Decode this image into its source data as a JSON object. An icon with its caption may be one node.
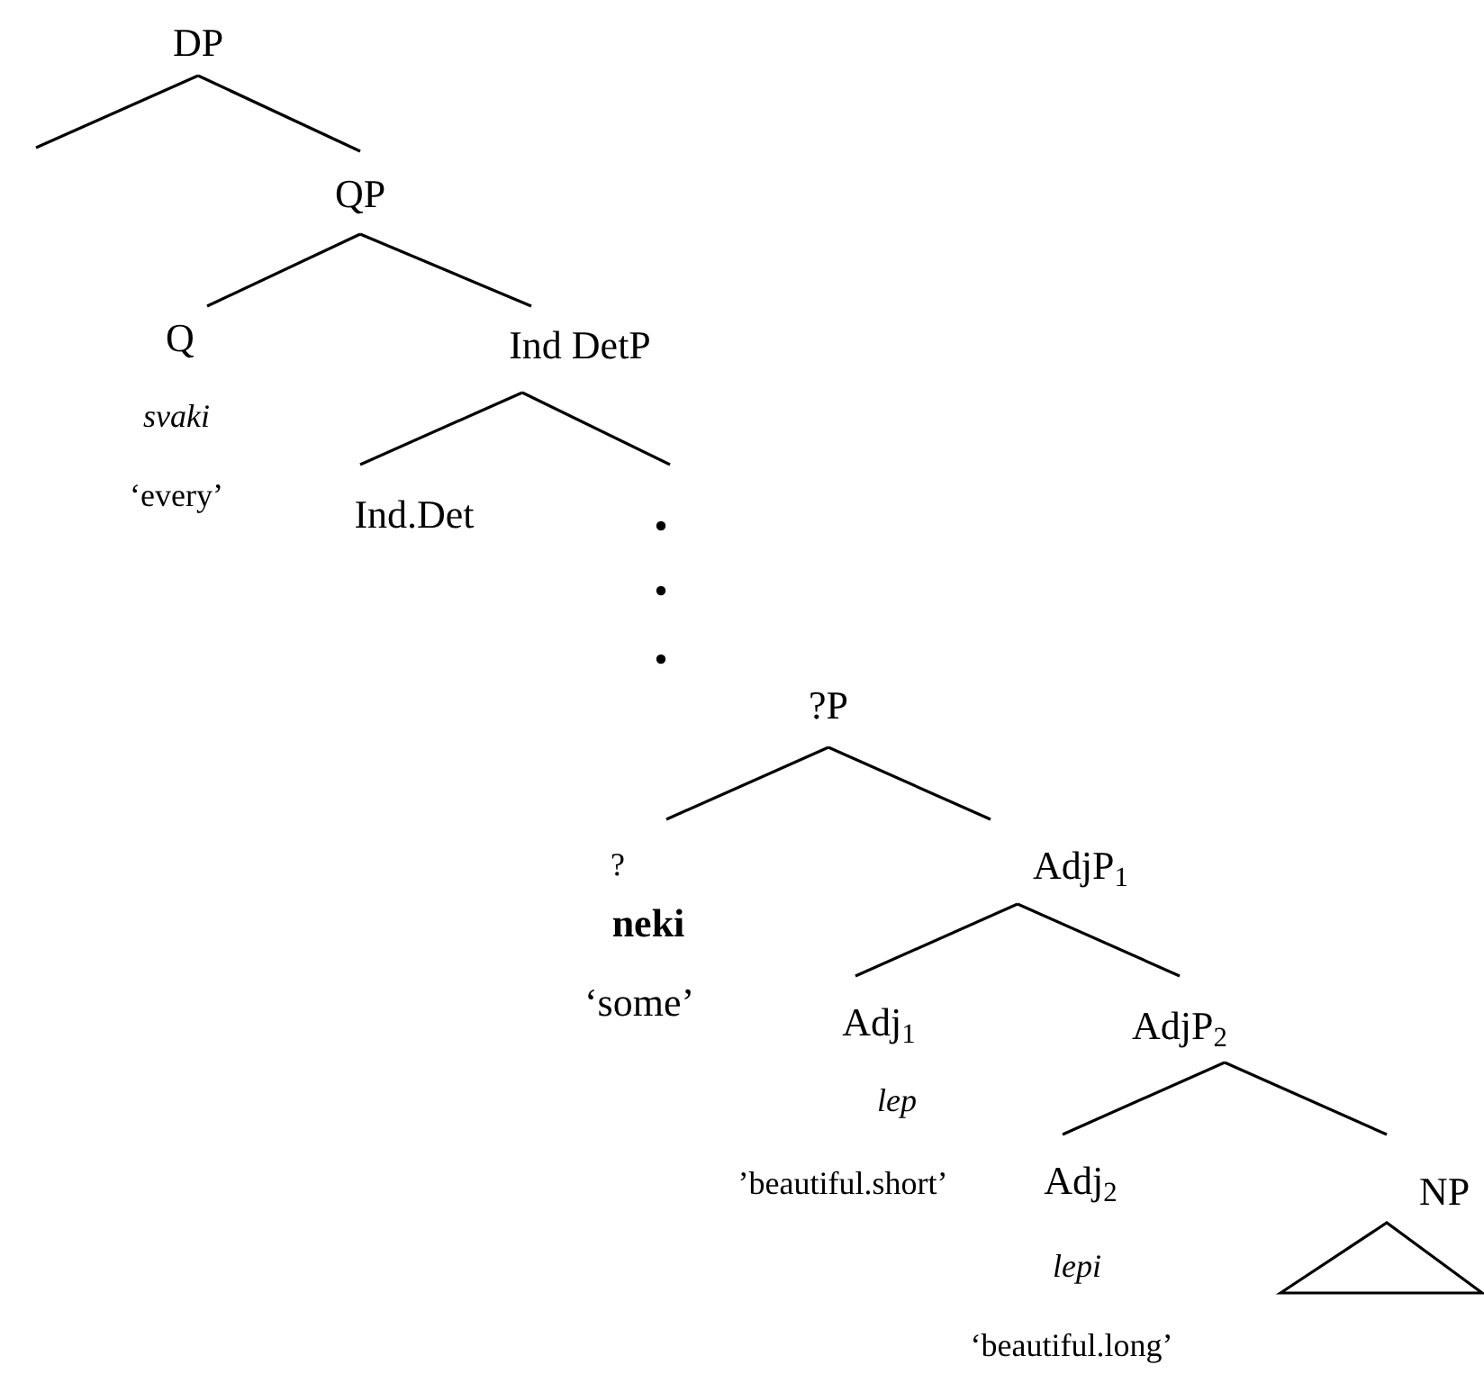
{
  "diagram": {
    "nodes": [
      {
        "text": [
          "DP"
        ]
      },
      {
        "text": [
          "QP"
        ]
      },
      {
        "text": [
          "Q",
          "svaki",
          "‘every’"
        ]
      },
      {
        "text": [
          "Ind DetP"
        ]
      },
      {
        "text": [
          "Ind.Det"
        ]
      },
      {
        "text": [],
        "shape": "dots"
      },
      {
        "text": [
          "?P"
        ]
      },
      {
        "text": [
          "?",
          "neki",
          "‘some’"
        ]
      },
      {
        "text": [
          "AdjP$_{1}$"
        ]
      },
      {
        "text": [
          "Adj$_{1}$",
          "lep",
          "’beautiful.short’"
        ]
      },
      {
        "text": [
          "AdjP$_{2}$"
        ]
      },
      {
        "text": [
          "Adj$_{2}$",
          "lepi",
          "‘beautiful.long’"
        ]
      },
      {
        "text": [
          "NP"
        ]
      }
    ],
    "edges": [
      {
        "from": 0,
        "to": null,
        "arrow": "none"
      },
      {
        "from": 0,
        "to": 1,
        "arrow": "none"
      },
      {
        "from": 1,
        "to": 2,
        "arrow": "none"
      },
      {
        "from": 1,
        "to": 3,
        "arrow": "none"
      },
      {
        "from": 3,
        "to": 4,
        "arrow": "none"
      },
      {
        "from": 3,
        "to": 5,
        "arrow": "none"
      },
      {
        "from": 6,
        "to": 7,
        "arrow": "none"
      },
      {
        "from": 6,
        "to": 8,
        "arrow": "none"
      },
      {
        "from": 8,
        "to": 9,
        "arrow": "none"
      },
      {
        "from": 8,
        "to": 10,
        "arrow": "none"
      },
      {
        "from": 10,
        "to": 11,
        "arrow": "none"
      },
      {
        "from": 10,
        "to": 12,
        "arrow": "none"
      }
    ]
  }
}
